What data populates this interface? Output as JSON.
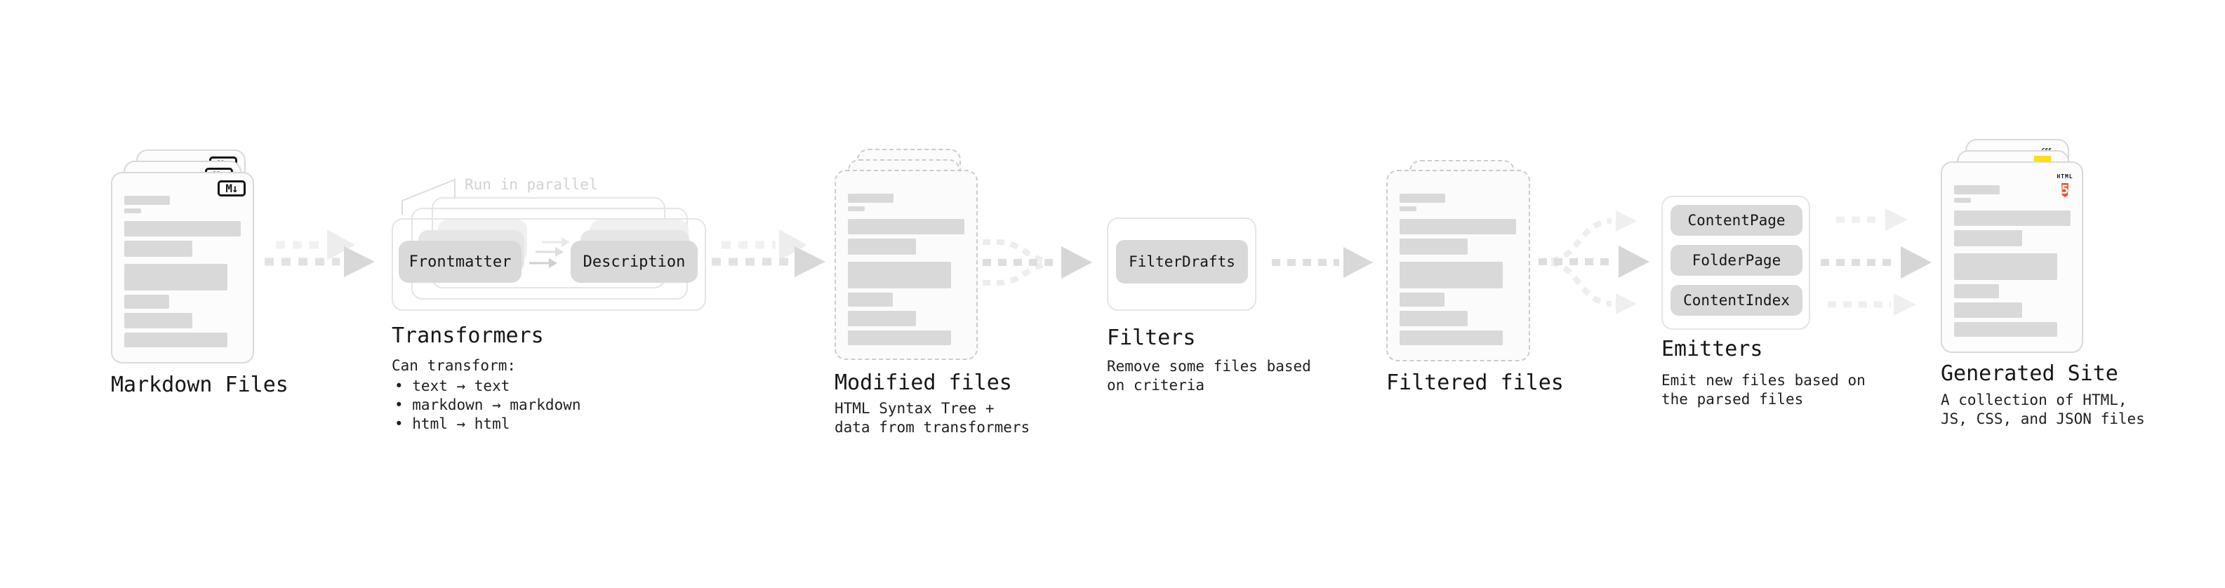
{
  "stages": {
    "markdown": {
      "label": "Markdown Files",
      "badge": "M↓"
    },
    "transformers": {
      "label": "Transformers",
      "annotation": "Run in parallel",
      "input_pill": "Frontmatter",
      "output_pill": "Description",
      "description_title": "Can transform:",
      "bullets": [
        "• text → text",
        "• markdown → markdown",
        "• html → html"
      ]
    },
    "modified": {
      "label": "Modified files",
      "description": [
        "HTML Syntax Tree +",
        "data from transformers"
      ]
    },
    "filters": {
      "label": "Filters",
      "pill": "FilterDrafts",
      "description": [
        "Remove some files based",
        "on criteria"
      ]
    },
    "filtered": {
      "label": "Filtered files"
    },
    "emitters": {
      "label": "Emitters",
      "pills": [
        "ContentPage",
        "FolderPage",
        "ContentIndex"
      ],
      "description": [
        "Emit new files based on",
        "the parsed files"
      ]
    },
    "generated": {
      "label": "Generated Site",
      "description": [
        "A collection of HTML,",
        "JS, CSS, and JSON files"
      ],
      "badges": {
        "css": "CSS",
        "html_word": "HTML",
        "html_number": "5"
      }
    }
  },
  "colors": {
    "placeholder_bar": "#d9d9d9",
    "pill_bg": "#d9d9d9",
    "card_border": "#d9d9d9",
    "dashed_border": "#cccccc",
    "html5_orange": "#e8542c",
    "js_yellow": "#ffdd17",
    "css_blue": "#2b63f0",
    "markdown_badge": "#141414",
    "arrow_gray": "#dedede",
    "arrow_ghost": "#efefef"
  }
}
